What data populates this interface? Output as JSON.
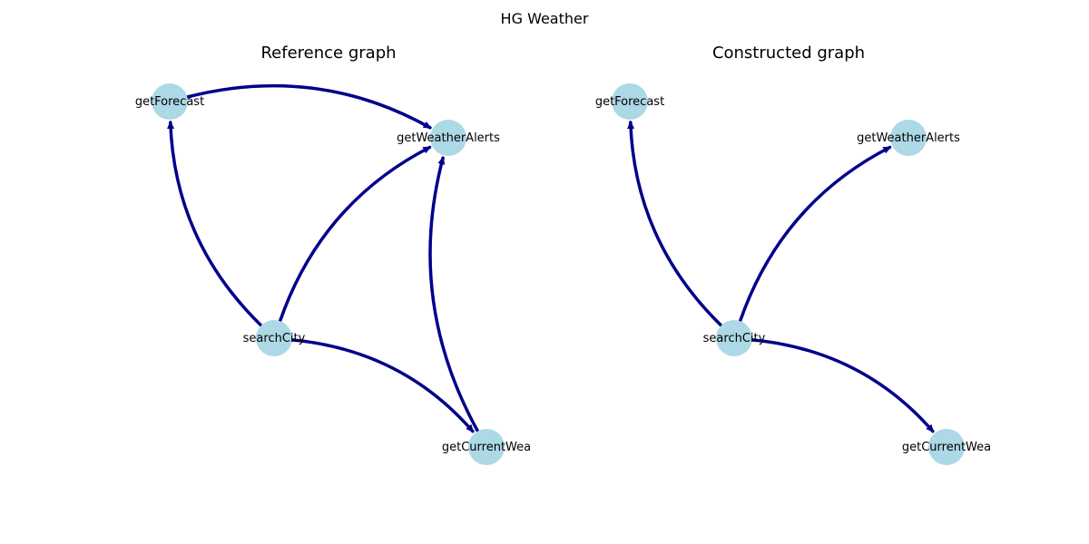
{
  "figure": {
    "suptitle": "HG Weather",
    "node_color": "#add8e6",
    "edge_color": "#00008b"
  },
  "panels": [
    {
      "id": "reference",
      "title": "Reference graph",
      "nodes": [
        {
          "id": "getForecast",
          "label": "getForecast"
        },
        {
          "id": "getWeatherAlerts",
          "label": "getWeatherAlerts"
        },
        {
          "id": "searchCity",
          "label": "searchCity"
        },
        {
          "id": "getCurrentWea",
          "label": "getCurrentWea"
        }
      ],
      "edges": [
        {
          "from": "searchCity",
          "to": "getForecast"
        },
        {
          "from": "searchCity",
          "to": "getWeatherAlerts"
        },
        {
          "from": "searchCity",
          "to": "getCurrentWea"
        },
        {
          "from": "getForecast",
          "to": "getWeatherAlerts"
        },
        {
          "from": "getCurrentWea",
          "to": "getWeatherAlerts"
        }
      ]
    },
    {
      "id": "constructed",
      "title": "Constructed graph",
      "nodes": [
        {
          "id": "getForecast",
          "label": "getForecast"
        },
        {
          "id": "getWeatherAlerts",
          "label": "getWeatherAlerts"
        },
        {
          "id": "searchCity",
          "label": "searchCity"
        },
        {
          "id": "getCurrentWea",
          "label": "getCurrentWea"
        }
      ],
      "edges": [
        {
          "from": "searchCity",
          "to": "getForecast"
        },
        {
          "from": "searchCity",
          "to": "getWeatherAlerts"
        },
        {
          "from": "searchCity",
          "to": "getCurrentWea"
        }
      ]
    }
  ]
}
